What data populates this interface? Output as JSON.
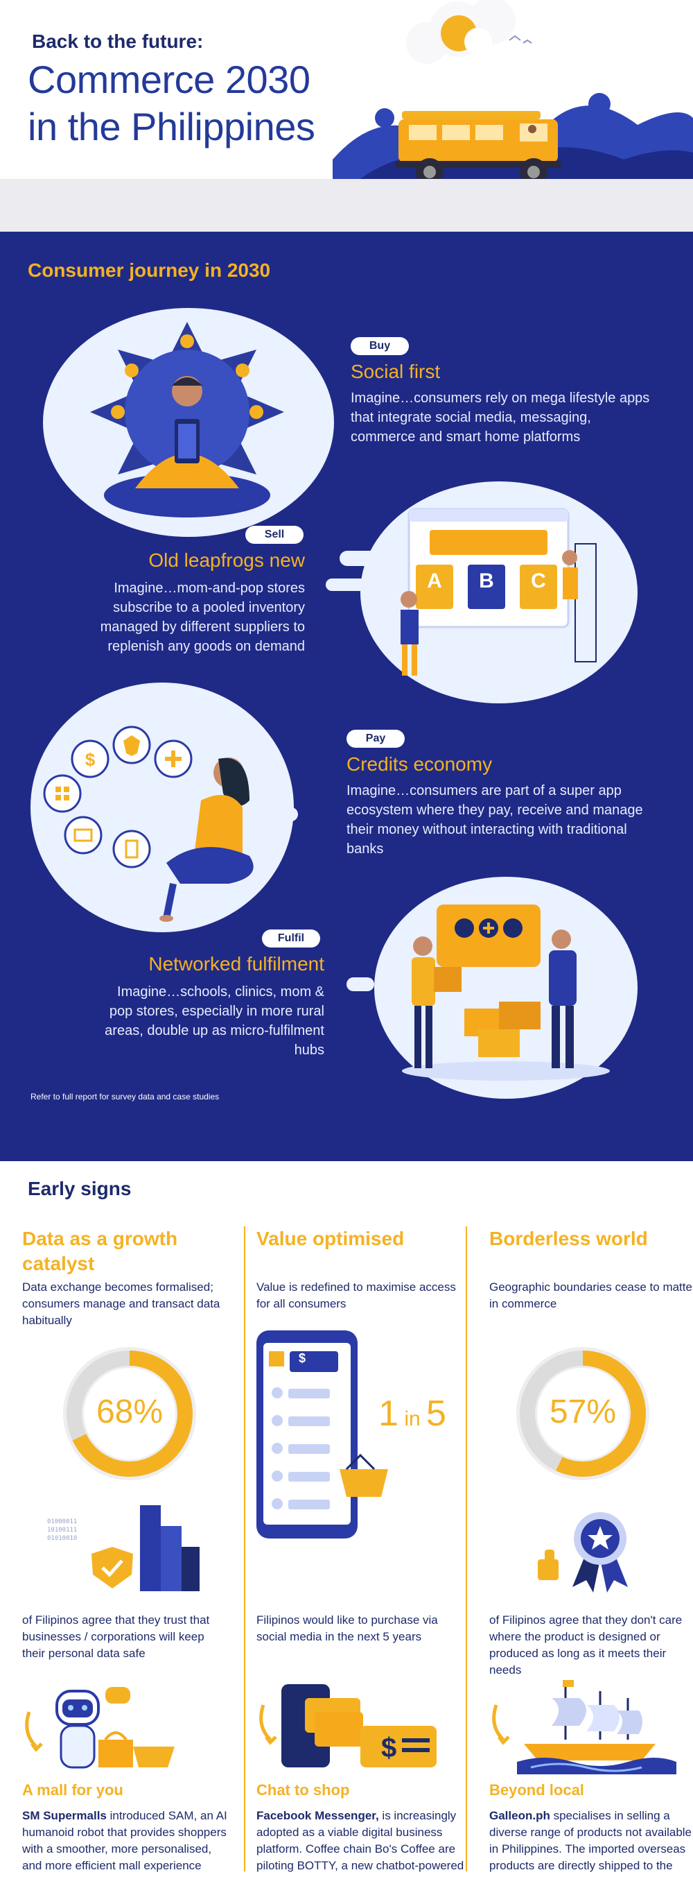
{
  "header": {
    "kicker": "Back to the future:",
    "title_line1": "Commerce 2030",
    "title_line2": "in the Philippines"
  },
  "journey": {
    "title": "Consumer journey in 2030",
    "stages": [
      {
        "tag": "Buy",
        "title": "Social first",
        "body": "Imagine…consumers rely on mega lifestyle apps that integrate social media, messaging, commerce and smart home platforms"
      },
      {
        "tag": "Sell",
        "title": "Old leapfrogs new",
        "body": "Imagine…mom-and-pop stores subscribe to a pooled inventory managed by different suppliers to replenish any goods on demand"
      },
      {
        "tag": "Pay",
        "title": "Credits economy",
        "body": "Imagine…consumers are part of a super app ecosystem where they pay, receive and manage their money without interacting with traditional banks"
      },
      {
        "tag": "Fulfil",
        "title": "Networked fulfilment",
        "body": "Imagine…schools, clinics, mom & pop stores, especially in more rural areas,  double up as micro-fulfilment hubs"
      }
    ],
    "screen_letters": [
      "A",
      "B",
      "C"
    ],
    "footnote": "Refer to full report for survey data and case studies"
  },
  "early_signs": {
    "title": "Early signs",
    "columns": [
      {
        "title": "Data as a growth catalyst",
        "desc": "Data exchange becomes formalised; consumers manage and transact data habitually",
        "stat": "68%",
        "stat_fraction": 0.68,
        "stat_text": "of Filipinos agree that they trust that businesses / corporations will keep their personal data safe",
        "sub_title": "A mall for you",
        "sub_lead": "SM Supermalls",
        "sub_body": " introduced SAM, an AI humanoid robot that provides shoppers with a smoother, more personalised, and more efficient mall experience",
        "binary_text": "01000011 10100111 01010010"
      },
      {
        "title": "Value optimised",
        "desc": "Value is redefined to maximise access for all consumers",
        "stat_prefix": "1",
        "stat_mid": " in ",
        "stat_suffix": "5",
        "stat_text": "Filipinos would like to purchase via social media in the next 5 years",
        "sub_title": "Chat to shop",
        "sub_lead": "Facebook Messenger,",
        "sub_body": " is increasingly adopted as a viable digital business platform. Coffee chain Bo's Coffee are piloting BOTTY, a new chatbot-powered ordering system",
        "currency": "$"
      },
      {
        "title": "Borderless world",
        "desc": "Geographic boundaries cease to matter in commerce",
        "stat": "57%",
        "stat_fraction": 0.57,
        "stat_text": "of Filipinos agree that they don't care where the product is designed or produced as long as it meets their needs",
        "sub_title": "Beyond local",
        "sub_lead": "Galleon.ph",
        "sub_body": " specialises in selling a diverse range of products not available in Philippines. The imported overseas products are directly shipped to the buyer's doorstep"
      }
    ]
  },
  "colors": {
    "navy": "#1f2a86",
    "accent": "#f4b223",
    "text": "#1d2a6b",
    "blob": "#eaf1ff"
  }
}
